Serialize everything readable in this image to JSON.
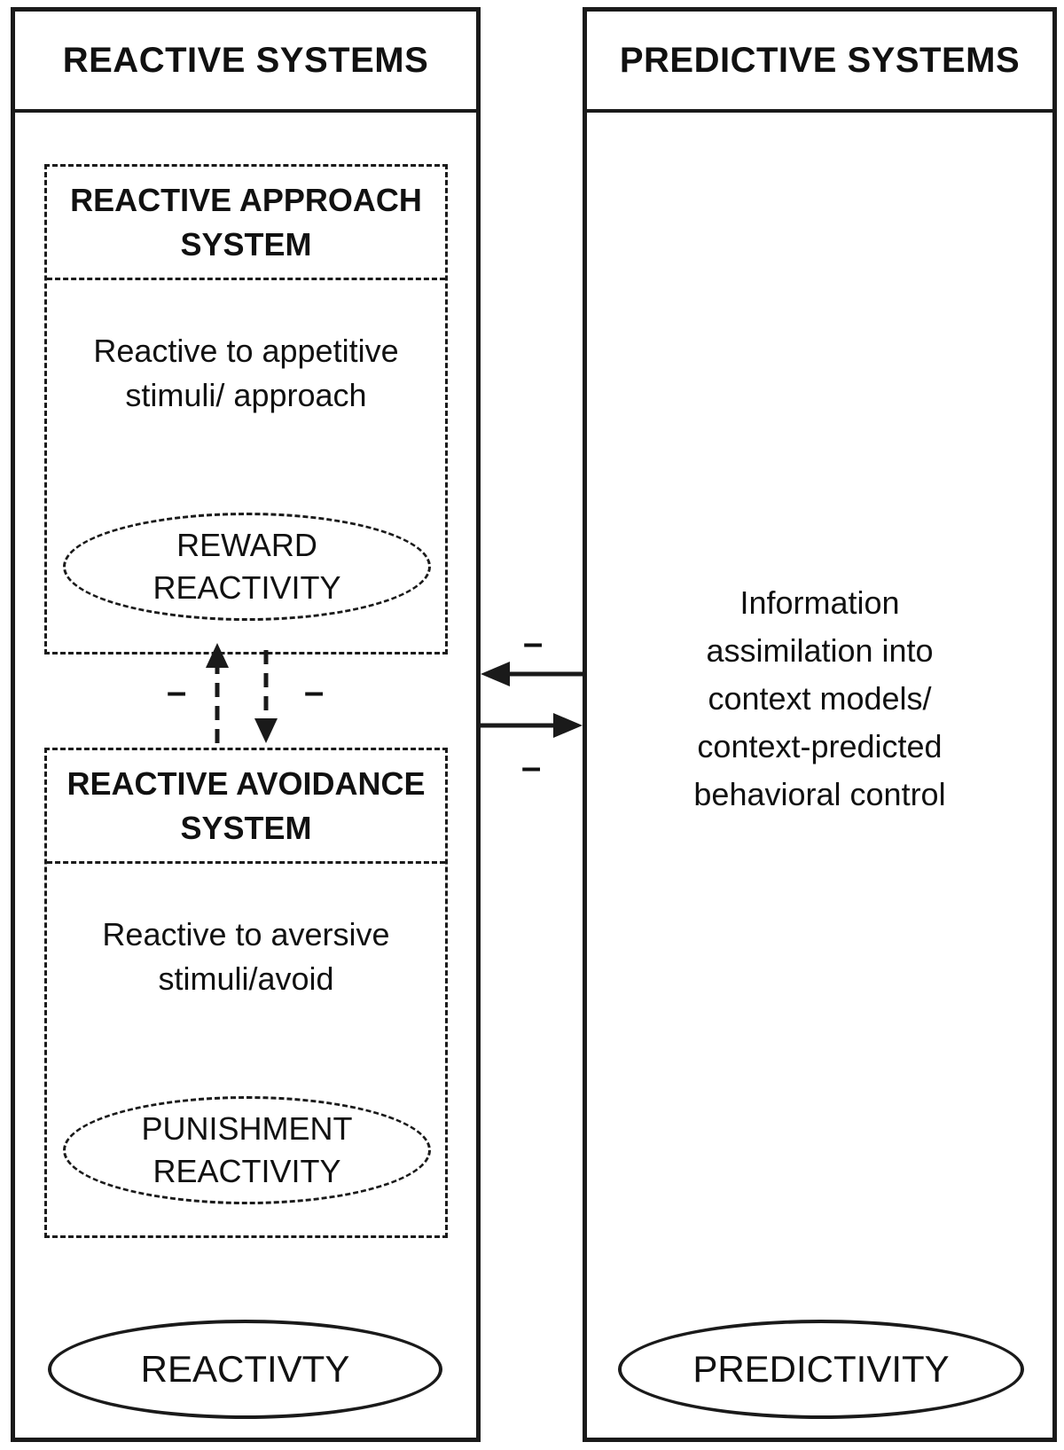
{
  "reactive_panel": {
    "header": "REACTIVE SYSTEMS",
    "approach_box": {
      "title_line1": "REACTIVE APPROACH",
      "title_line2": "SYSTEM",
      "desc_line1": "Reactive to appetitive",
      "desc_line2": "stimuli/ approach",
      "ellipse_line1": "REWARD",
      "ellipse_line2": "REACTIVITY"
    },
    "avoidance_box": {
      "title_line1": "REACTIVE AVOIDANCE",
      "title_line2": "SYSTEM",
      "desc_line1": "Reactive to aversive",
      "desc_line2": "stimuli/avoid",
      "ellipse_line1": "PUNISHMENT",
      "ellipse_line2": "REACTIVITY"
    },
    "footer_ellipse": "REACTIVTY"
  },
  "predictive_panel": {
    "header": "PREDICTIVE SYSTEMS",
    "info_lines": [
      "Information",
      "assimilation into",
      "context models/",
      "context-predicted",
      "behavioral control"
    ],
    "footer_ellipse": "PREDICTIVITY"
  },
  "connectors": {
    "inhibit_symbol": "–"
  }
}
